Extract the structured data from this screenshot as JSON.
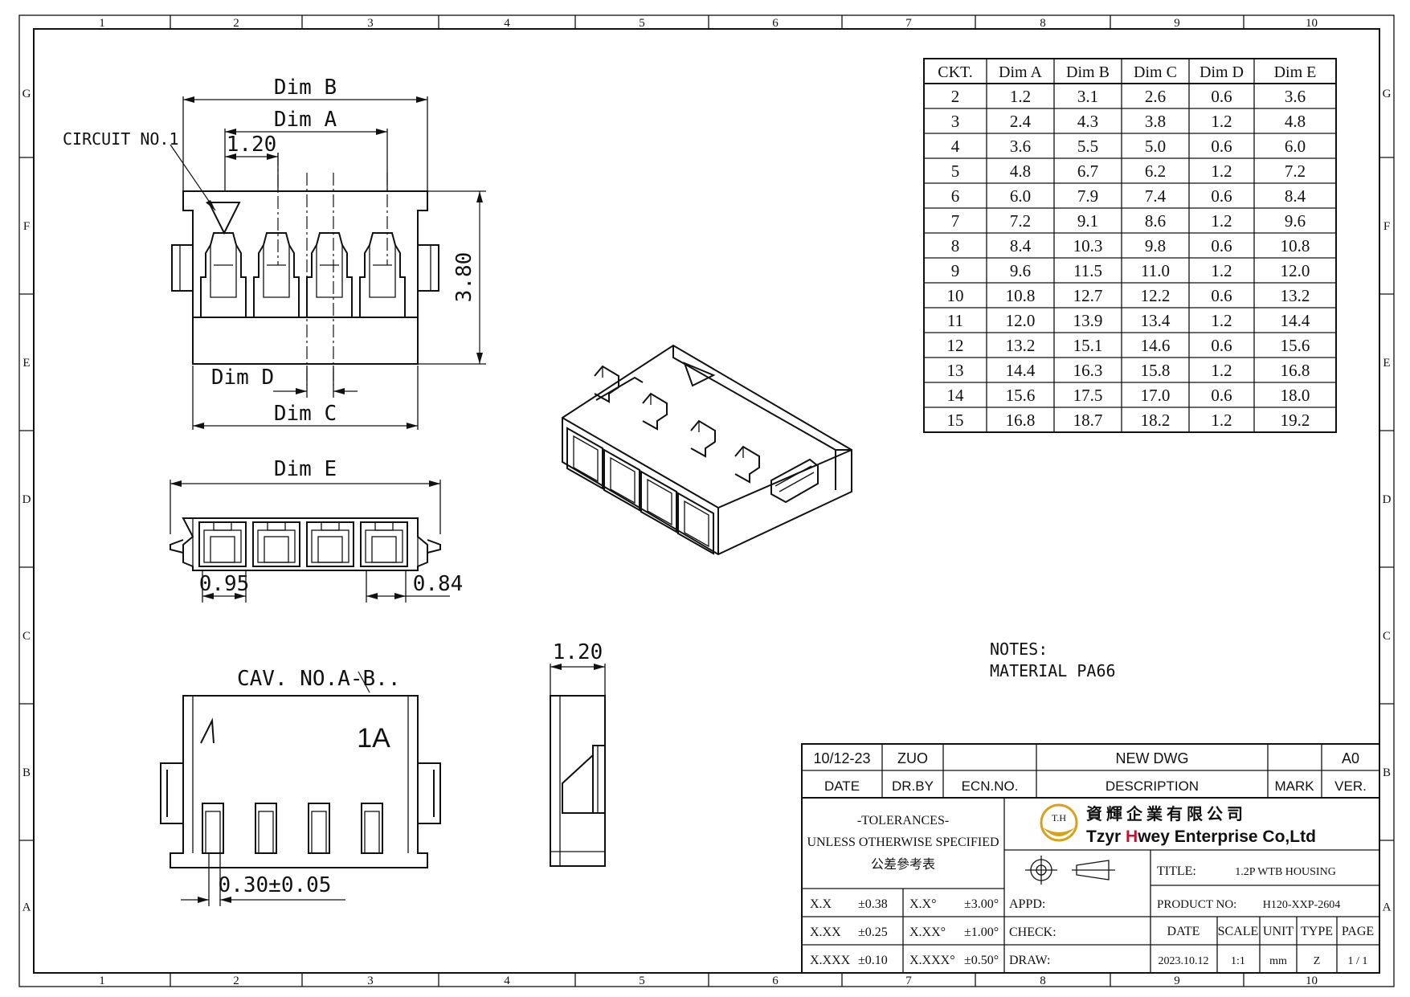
{
  "zones": {
    "columns": [
      "1",
      "2",
      "3",
      "4",
      "5",
      "6",
      "7",
      "8",
      "9",
      "10"
    ],
    "rows": [
      "G",
      "F",
      "E",
      "D",
      "C",
      "B",
      "A"
    ]
  },
  "views": {
    "top": {
      "dim_b": "Dim B",
      "dim_a": "Dim A",
      "circuit_label": "CIRCUIT NO.1",
      "pitch": "1.20",
      "height": "3.80",
      "dim_d": "Dim D",
      "dim_c": "Dim C"
    },
    "front": {
      "dim_e": "Dim E",
      "left_gap": "0.95",
      "right_gap": "0.84"
    },
    "bottom": {
      "cav_label": "CAV. NO.A-B..",
      "mark_left": "A",
      "mark_right": "1A",
      "width_tol": "0.30±0.05"
    },
    "side": {
      "thickness": "1.20"
    }
  },
  "dim_table": {
    "headers": [
      "CKT.",
      "Dim A",
      "Dim B",
      "Dim C",
      "Dim D",
      "Dim E"
    ],
    "rows": [
      [
        "2",
        "1.2",
        "3.1",
        "2.6",
        "0.6",
        "3.6"
      ],
      [
        "3",
        "2.4",
        "4.3",
        "3.8",
        "1.2",
        "4.8"
      ],
      [
        "4",
        "3.6",
        "5.5",
        "5.0",
        "0.6",
        "6.0"
      ],
      [
        "5",
        "4.8",
        "6.7",
        "6.2",
        "1.2",
        "7.2"
      ],
      [
        "6",
        "6.0",
        "7.9",
        "7.4",
        "0.6",
        "8.4"
      ],
      [
        "7",
        "7.2",
        "9.1",
        "8.6",
        "1.2",
        "9.6"
      ],
      [
        "8",
        "8.4",
        "10.3",
        "9.8",
        "0.6",
        "10.8"
      ],
      [
        "9",
        "9.6",
        "11.5",
        "11.0",
        "1.2",
        "12.0"
      ],
      [
        "10",
        "10.8",
        "12.7",
        "12.2",
        "0.6",
        "13.2"
      ],
      [
        "11",
        "12.0",
        "13.9",
        "13.4",
        "1.2",
        "14.4"
      ],
      [
        "12",
        "13.2",
        "15.1",
        "14.6",
        "0.6",
        "15.6"
      ],
      [
        "13",
        "14.4",
        "16.3",
        "15.8",
        "1.2",
        "16.8"
      ],
      [
        "14",
        "15.6",
        "17.5",
        "17.0",
        "0.6",
        "18.0"
      ],
      [
        "15",
        "16.8",
        "18.7",
        "18.2",
        "1.2",
        "19.2"
      ]
    ]
  },
  "notes": {
    "heading": "NOTES:",
    "material": "MATERIAL PA66"
  },
  "title_block": {
    "revision": {
      "date": "10/12-23",
      "drawn_by": "ZUO",
      "ecn_no": "",
      "description": "NEW DWG",
      "mark": "",
      "version": "A0"
    },
    "rev_headers": {
      "date": "DATE",
      "drawn_by": "DR.BY",
      "ecn_no": "ECN.NO.",
      "description": "DESCRIPTION",
      "mark": "MARK",
      "version": "VER."
    },
    "tolerances": {
      "line1": "-TOLERANCES-",
      "line2": "UNLESS OTHERWISE SPECIFIED",
      "line3": "公差參考表",
      "table": [
        [
          "X.X",
          "±0.38",
          "X.X°",
          "±3.00°"
        ],
        [
          "X.XX",
          "±0.25",
          "X.XX°",
          "±1.00°"
        ],
        [
          "X.XXX",
          "±0.10",
          "X.XXX°",
          "±0.50°"
        ]
      ]
    },
    "company": {
      "chinese": "資 輝 企 業 有 限 公 司",
      "english_prefix": "Tzyr ",
      "english_h": "H",
      "english_rest": "wey Enterprise Co,Ltd",
      "logo_text": "T.H",
      "accent_color": "#c8102e",
      "logo_color": "#d6a21e"
    },
    "title_label": "TITLE:",
    "title_value": "1.2P WTB HOUSING",
    "appd_label": "APPD:",
    "product_label": "PRODUCT NO:",
    "product_value": "H120-XXP-2604",
    "check_label": "CHECK:",
    "draw_label": "DRAW:",
    "info_headers": [
      "DATE",
      "SCALE",
      "UNIT",
      "TYPE",
      "PAGE"
    ],
    "info_values": [
      "2023.10.12",
      "1:1",
      "mm",
      "Z",
      "1 / 1"
    ]
  }
}
